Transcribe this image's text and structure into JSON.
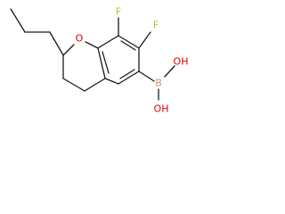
{
  "colors": {
    "bond": "#1a1a1a",
    "carbon_text": "#1a1a1a",
    "oxygen": "#e00000",
    "fluorine": "#9acd32",
    "boron": "#d98c7a",
    "background": "#ffffff"
  },
  "atoms": {
    "ring_oxygen": "O",
    "fluorine_top": "F",
    "fluorine_right": "F",
    "boron": "B",
    "hydroxyl_upper": "OH",
    "hydroxyl_lower": "OH"
  }
}
